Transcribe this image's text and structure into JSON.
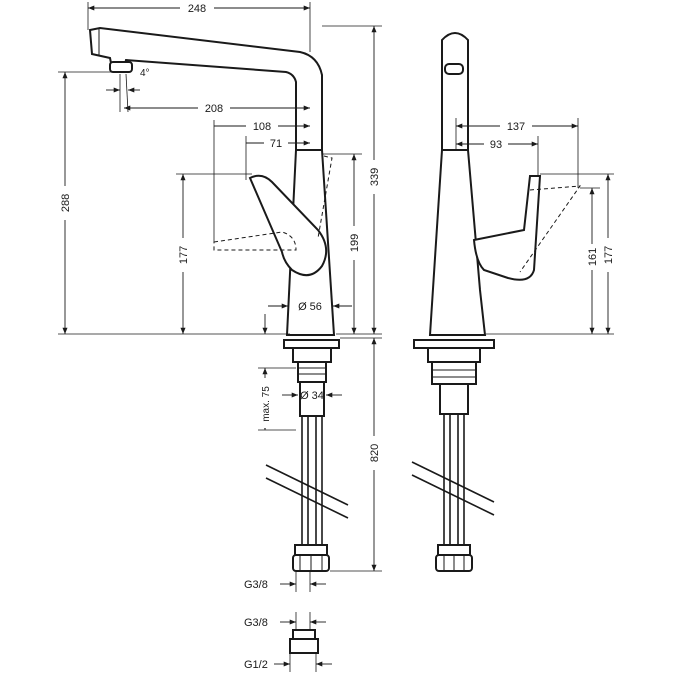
{
  "dimensions": {
    "spout_reach_total": "248",
    "spout_angle": "4°",
    "spout_to_handle": "208",
    "handle_reach": "108",
    "handle_offset": "71",
    "height_total": "288",
    "height_body": "339",
    "lever_height_front": "177",
    "body_height": "199",
    "body_diameter": "Ø 56",
    "base_thickness_max": "max. 75",
    "shank_diameter": "Ø 34",
    "hose_length": "820",
    "side_reach": "137",
    "side_handle": "93",
    "side_lever_161": "161",
    "side_lever_177": "177",
    "connection_1": "G3/8",
    "connection_2": "G3/8",
    "connection_3": "G1/2"
  }
}
